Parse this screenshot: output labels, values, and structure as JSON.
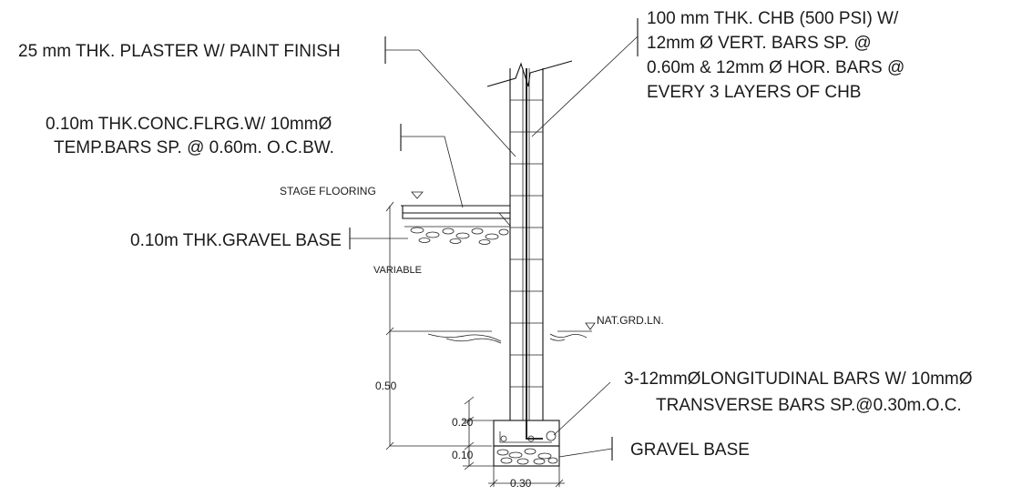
{
  "callouts": {
    "chb": [
      "100 mm THK. CHB (500 PSI) W/",
      "12mm Ø VERT. BARS SP. @",
      "0.60m & 12mm Ø HOR. BARS @",
      "EVERY 3 LAYERS OF CHB"
    ],
    "plaster": "25 mm THK. PLASTER W/ PAINT FINISH",
    "flooring": [
      "0.10m THK.CONC.FLRG.W/ 10mmØ",
      "TEMP.BARS SP. @ 0.60m. O.C.BW."
    ],
    "stage_flooring": "STAGE  FLOORING",
    "gravel_base_top": "0.10m THK.GRAVEL BASE",
    "variable": "VARIABLE",
    "nat_grade": "NAT.GRD.LN.",
    "footing_bars": [
      "3-12mmØLONGITUDINAL BARS W/ 10mmØ",
      "TRANSVERSE BARS SP.@0.30m.O.C."
    ],
    "gravel_base_bottom": "GRAVEL BASE"
  },
  "dimensions": {
    "depth": "0.50",
    "footing_height": "0.20",
    "gravel_thickness": "0.10",
    "footing_width": "0.30"
  }
}
